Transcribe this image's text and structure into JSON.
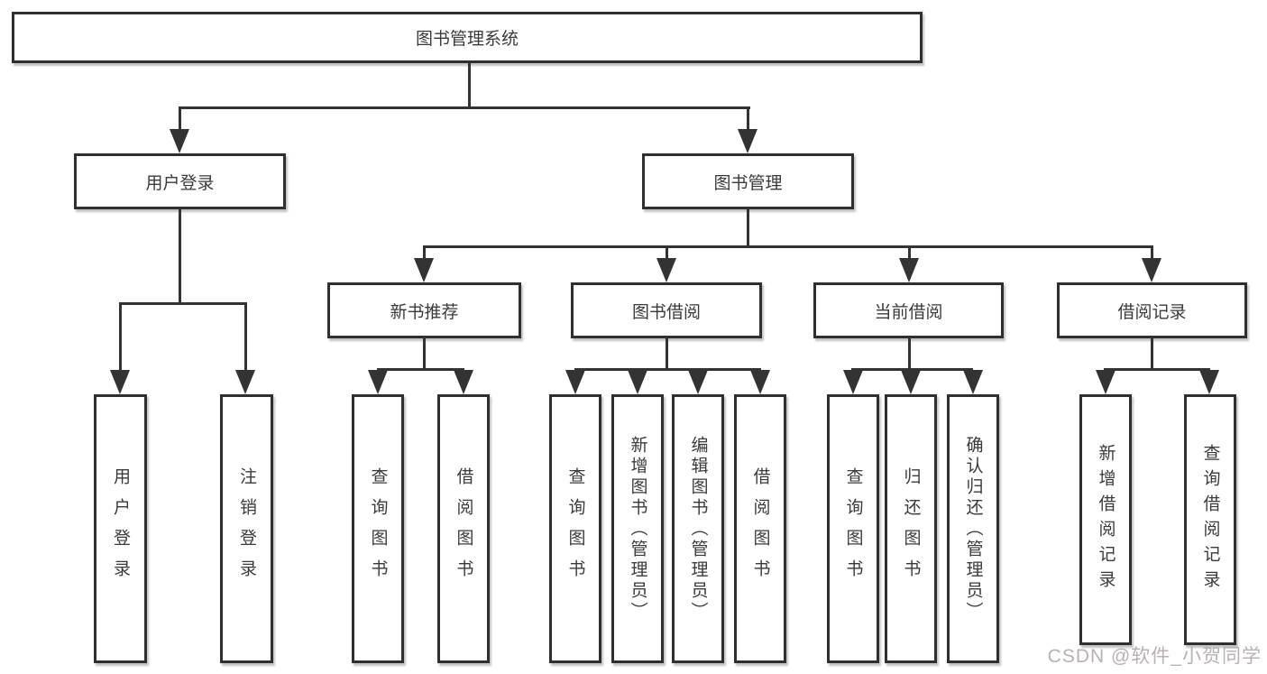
{
  "tree": {
    "root": {
      "label": "图书管理系统"
    },
    "branches": [
      {
        "label": "用户登录",
        "children": [
          "用户登录",
          "注销登录"
        ]
      },
      {
        "label": "图书管理",
        "children": [
          {
            "label": "新书推荐",
            "children": [
              "查询图书",
              "借阅图书"
            ]
          },
          {
            "label": "图书借阅",
            "children": [
              "查询图书",
              "新增图书（管理员）",
              "编辑图书（管理员）",
              "借阅图书"
            ]
          },
          {
            "label": "当前借阅",
            "children": [
              "查询图书",
              "归还图书",
              "确认归还（管理员）"
            ]
          },
          {
            "label": "借阅记录",
            "children": [
              "新增借阅记录",
              "查询借阅记录"
            ]
          }
        ]
      }
    ]
  },
  "watermark": {
    "text": "CSDN @软件_小贺同学"
  },
  "colors": {
    "line": "#333333",
    "box_border": "#2f2f2f",
    "text": "#3a3a3a",
    "watermark": "#b7b1b1",
    "background": "#ffffff"
  }
}
